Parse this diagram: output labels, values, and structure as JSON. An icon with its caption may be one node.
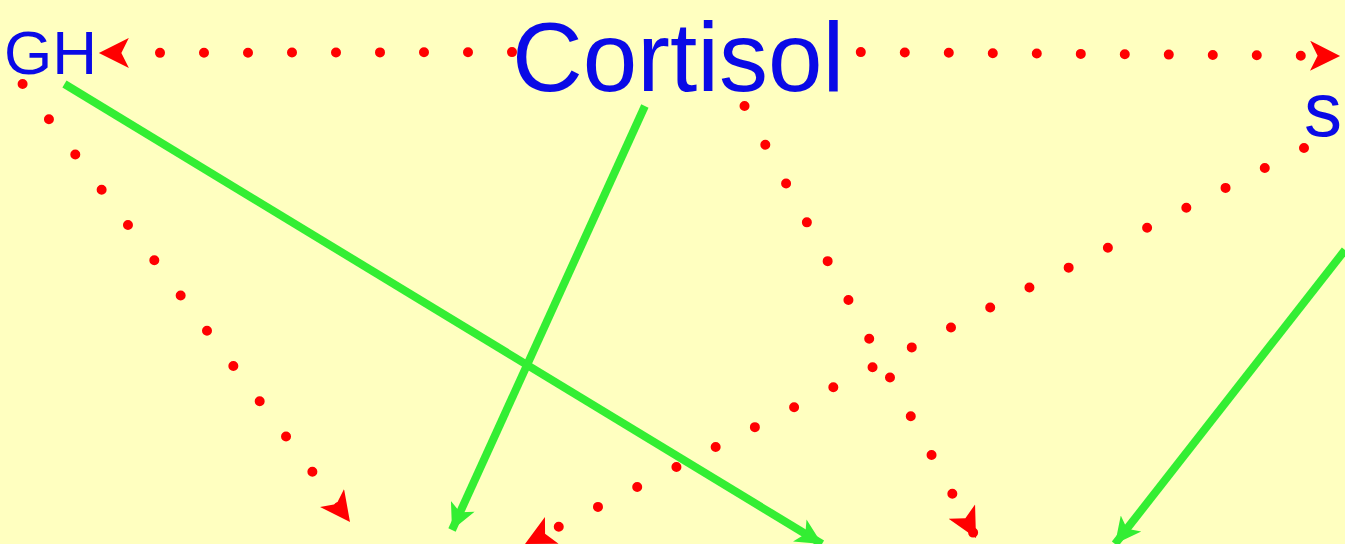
{
  "diagram": {
    "nodes": [
      {
        "text": [
          "GH"
        ]
      },
      {
        "text": [
          "Cortisol"
        ]
      },
      {
        "text": [
          "s"
        ]
      }
    ],
    "edges": [
      {
        "from": 1,
        "to": 0,
        "arrow": "to",
        "style": "dashed"
      },
      {
        "from": 1,
        "to": 2,
        "arrow": "to",
        "style": "dashed"
      },
      {
        "from": 0,
        "to": null,
        "arrow": "to",
        "style": "dashed"
      },
      {
        "from": 0,
        "to": null,
        "arrow": "to",
        "color": "#33ee33"
      },
      {
        "from": 1,
        "to": null,
        "arrow": "to",
        "color": "#33ee33"
      },
      {
        "from": 1,
        "to": null,
        "arrow": "to",
        "style": "dashed"
      },
      {
        "from": 2,
        "to": null,
        "arrow": "to",
        "style": "dashed"
      }
    ]
  }
}
